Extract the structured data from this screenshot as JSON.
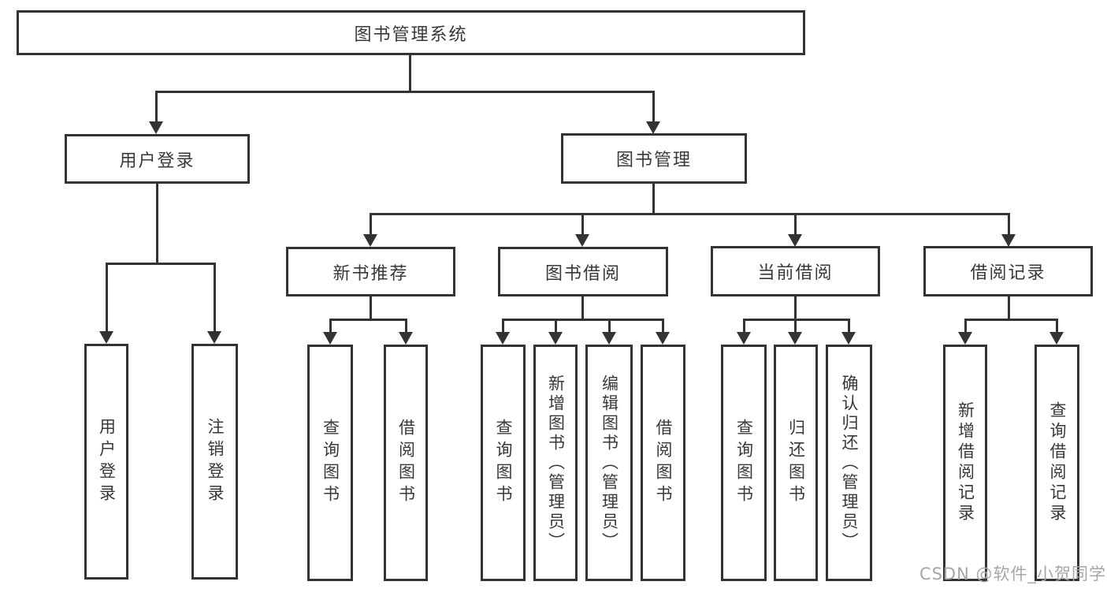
{
  "diagram": {
    "title": "图书管理系统",
    "colors": {
      "line": "#333333",
      "box_border": "#333333",
      "box_background": "#ffffff",
      "text": "#383838",
      "watermark": "#a6a6a6"
    }
  },
  "tree": {
    "root": {
      "label": "图书管理系统",
      "children": [
        {
          "label": "用户登录",
          "children": [
            {
              "label": "用户登录"
            },
            {
              "label": "注销登录"
            }
          ]
        },
        {
          "label": "图书管理",
          "children": [
            {
              "label": "新书推荐",
              "children": [
                {
                  "label": "查询图书"
                },
                {
                  "label": "借阅图书"
                }
              ]
            },
            {
              "label": "图书借阅",
              "children": [
                {
                  "label": "查询图书"
                },
                {
                  "label": "新增图书（管理员）"
                },
                {
                  "label": "编辑图书（管理员）"
                },
                {
                  "label": "借阅图书"
                }
              ]
            },
            {
              "label": "当前借阅",
              "children": [
                {
                  "label": "查询图书"
                },
                {
                  "label": "归还图书"
                },
                {
                  "label": "确认归还（管理员）"
                }
              ]
            },
            {
              "label": "借阅记录",
              "children": [
                {
                  "label": "新增借阅记录"
                },
                {
                  "label": "查询借阅记录"
                }
              ]
            }
          ]
        }
      ]
    }
  },
  "watermark": {
    "text": "CSDN @软件_小贺同学"
  }
}
